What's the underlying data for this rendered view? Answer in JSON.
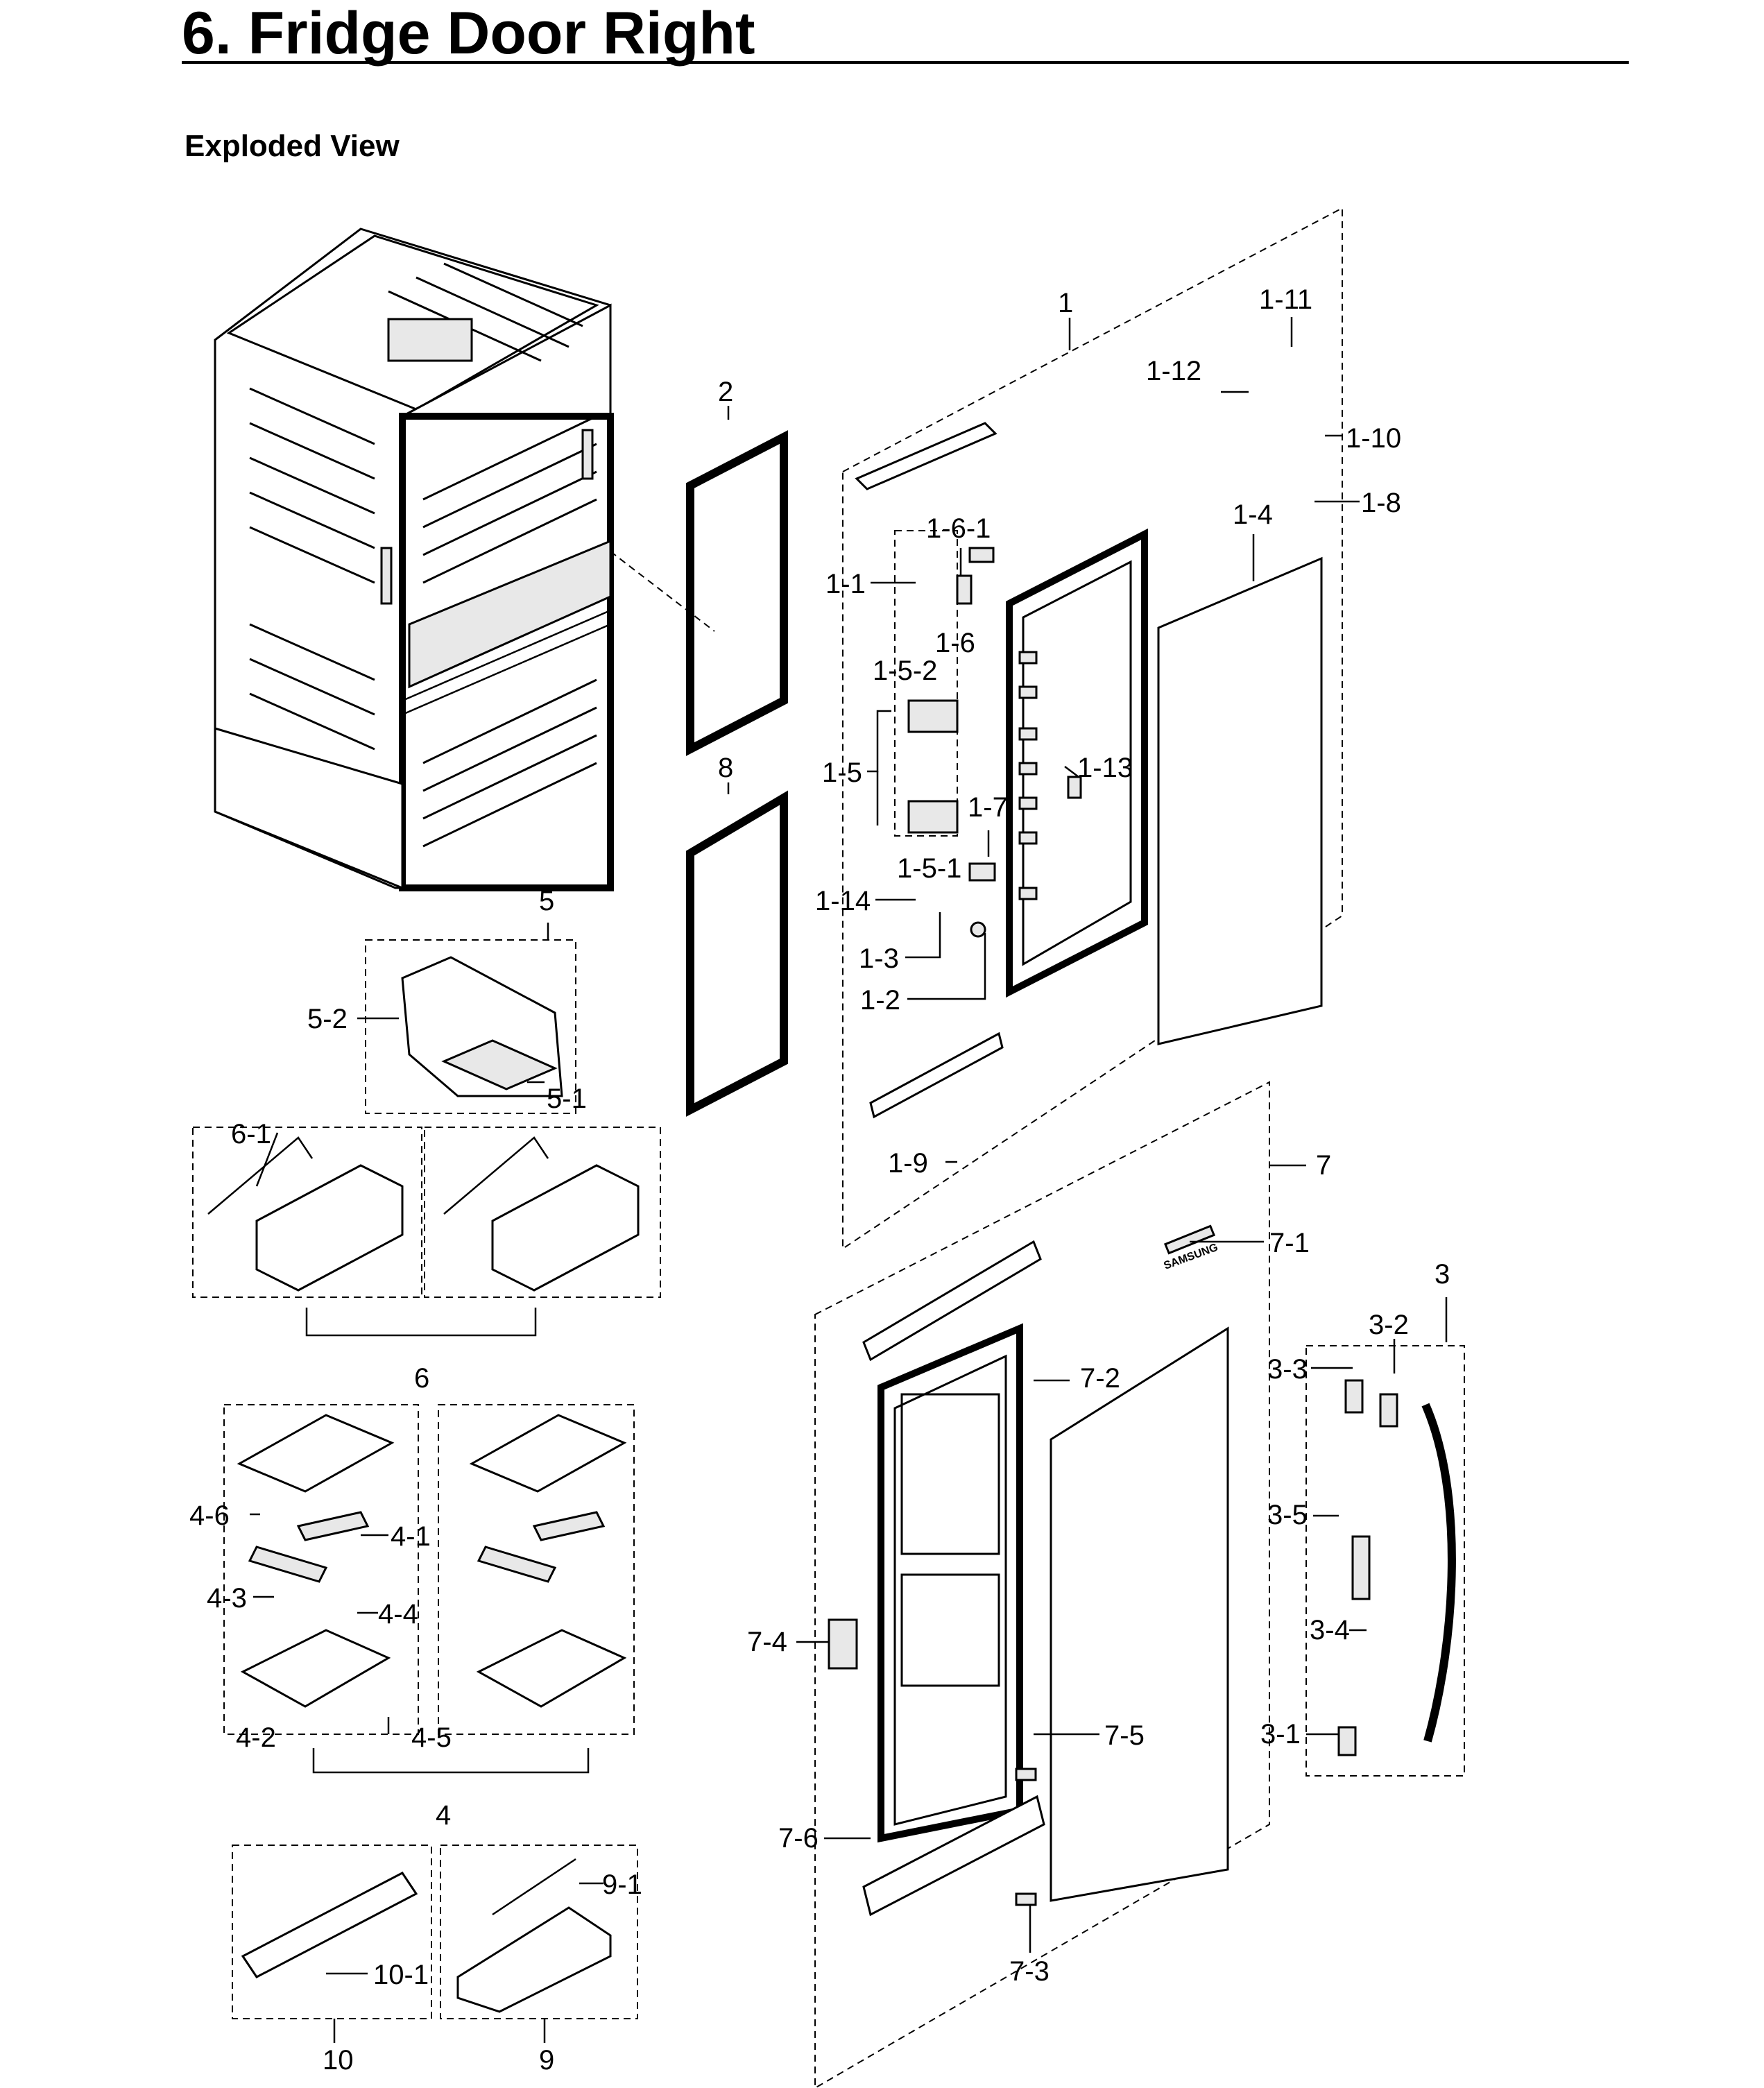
{
  "header": {
    "title": "6.  Fridge Door Right",
    "subtitle": "Exploded View"
  },
  "callouts": {
    "c1": "1",
    "c1_1": "1-1",
    "c1_2": "1-2",
    "c1_3": "1-3",
    "c1_4": "1-4",
    "c1_5": "1-5",
    "c1_5_1": "1-5-1",
    "c1_5_2": "1-5-2",
    "c1_6": "1-6",
    "c1_6_1": "1-6-1",
    "c1_7": "1-7",
    "c1_8": "1-8",
    "c1_9": "1-9",
    "c1_10": "1-10",
    "c1_11": "1-11",
    "c1_12": "1-12",
    "c1_13": "1-13",
    "c1_14": "1-14",
    "c2": "2",
    "c3": "3",
    "c3_1": "3-1",
    "c3_2": "3-2",
    "c3_3": "3-3",
    "c3_4": "3-4",
    "c3_5": "3-5",
    "c4": "4",
    "c4_1": "4-1",
    "c4_2": "4-2",
    "c4_3": "4-3",
    "c4_4": "4-4",
    "c4_5": "4-5",
    "c4_6": "4-6",
    "c5": "5",
    "c5_1": "5-1",
    "c5_2": "5-2",
    "c6": "6",
    "c6_1": "6-1",
    "c7": "7",
    "c7_1": "7-1",
    "c7_2": "7-2",
    "c7_3": "7-3",
    "c7_4": "7-4",
    "c7_5": "7-5",
    "c7_6": "7-6",
    "c8": "8",
    "c9": "9",
    "c9_1": "9-1",
    "c10": "10",
    "c10_1": "10-1"
  },
  "door_text": {
    "brand": "SAMSUNG"
  }
}
